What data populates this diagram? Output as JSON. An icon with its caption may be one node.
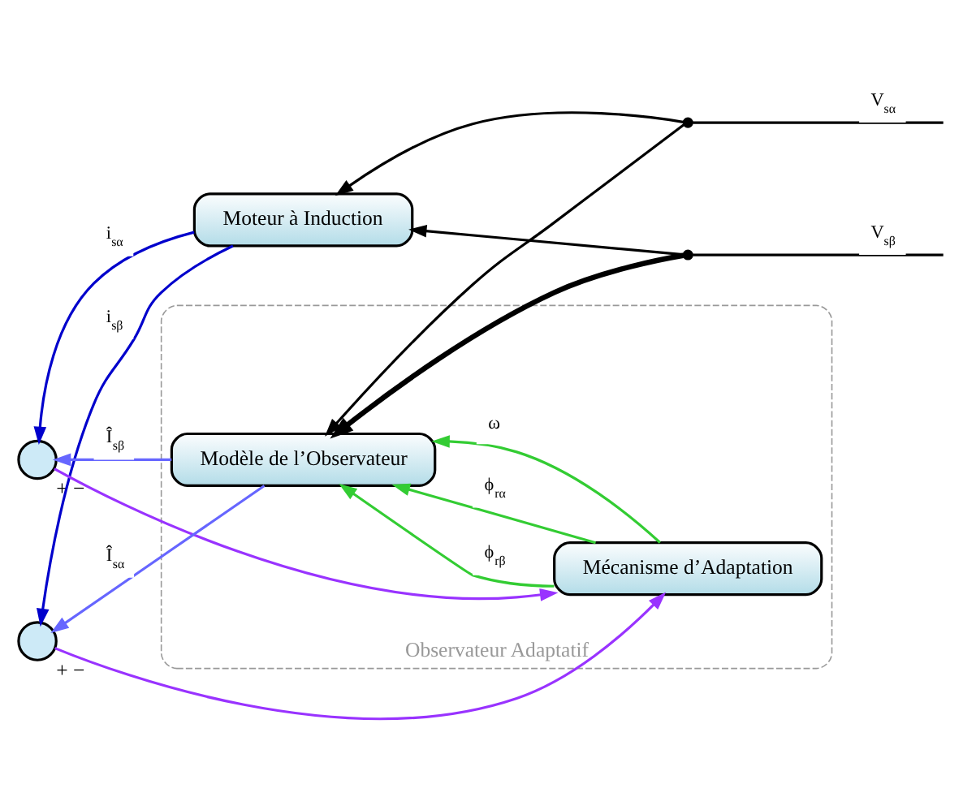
{
  "diagram": {
    "nodes": [
      {
        "text": [
          "Moteur à Induction"
        ]
      },
      {
        "text": [],
        "shape": "circle",
        "beside": [
          "+",
          "−"
        ]
      },
      {
        "text": [],
        "shape": "circle",
        "beside": [
          "+",
          "−"
        ]
      },
      {
        "text": [
          "Observateur Adaptatif"
        ]
      },
      {
        "text": [
          "Modèle de l’Observateur"
        ],
        "in": 3
      },
      {
        "text": [
          "Mécanisme d’Adaptation"
        ],
        "in": 3
      },
      {
        "text": [],
        "shape": "dot"
      },
      {
        "text": [],
        "shape": "dot"
      }
    ],
    "edges": [
      {
        "from": null,
        "to": 6,
        "arrow": "none",
        "label": "V$_{sα}$",
        "color": "#000000"
      },
      {
        "from": 6,
        "to": 0,
        "arrow": "to",
        "color": "#000000"
      },
      {
        "from": 6,
        "to": 4,
        "arrow": "to",
        "color": "#000000"
      },
      {
        "from": null,
        "to": 7,
        "arrow": "none",
        "label": "V$_{sβ}$",
        "color": "#000000"
      },
      {
        "from": 7,
        "to": 0,
        "arrow": "to",
        "color": "#000000"
      },
      {
        "from": 7,
        "to": 4,
        "arrow": "to",
        "style": "thick",
        "color": "#000000"
      },
      {
        "from": 0,
        "to": 1,
        "arrow": "to",
        "label": "i$_{sα}$",
        "color": "#0000cc"
      },
      {
        "from": 0,
        "to": 2,
        "arrow": "to",
        "label": "i$_{sβ}$",
        "color": "#0000cc"
      },
      {
        "from": 4,
        "to": 2,
        "arrow": "to",
        "label": "Î$_{sα}$",
        "color": "#6666ff"
      },
      {
        "from": 4,
        "to": 1,
        "arrow": "to",
        "label": "Î$_{sβ}$",
        "color": "#6666ff"
      },
      {
        "from": 2,
        "to": 5,
        "arrow": "to",
        "color": "#9933ff"
      },
      {
        "from": 1,
        "to": 5,
        "arrow": "to",
        "color": "#9933ff"
      },
      {
        "from": 5,
        "to": 4,
        "arrow": "to",
        "label": "ϕ$_{rβ}$",
        "color": "#33cc33"
      },
      {
        "from": 5,
        "to": 4,
        "arrow": "to",
        "label": "ϕ$_{rα}$",
        "color": "#33cc33"
      },
      {
        "from": 5,
        "to": 4,
        "arrow": "to",
        "label": "ω",
        "color": "#33cc33"
      }
    ]
  }
}
